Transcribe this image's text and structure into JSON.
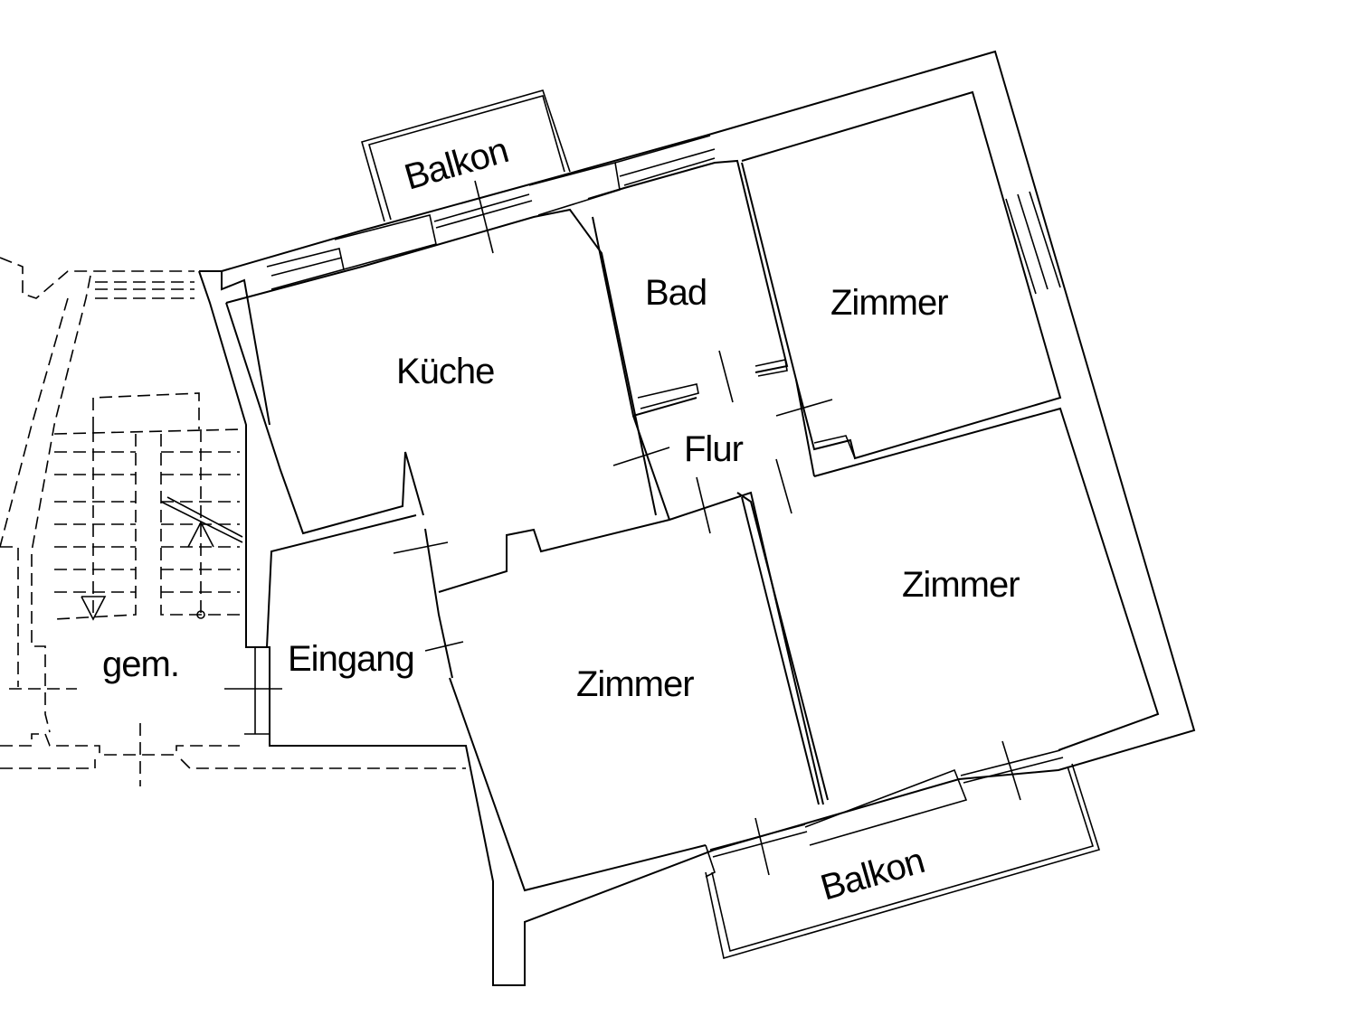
{
  "floorplan": {
    "rooms": {
      "balkon_top": "Balkon",
      "bad": "Bad",
      "zimmer_top_right": "Zimmer",
      "kueche": "Küche",
      "flur": "Flur",
      "zimmer_right": "Zimmer",
      "eingang": "Eingang",
      "gem": "gem.",
      "zimmer_bottom": "Zimmer",
      "balkon_bottom": "Balkon"
    }
  }
}
